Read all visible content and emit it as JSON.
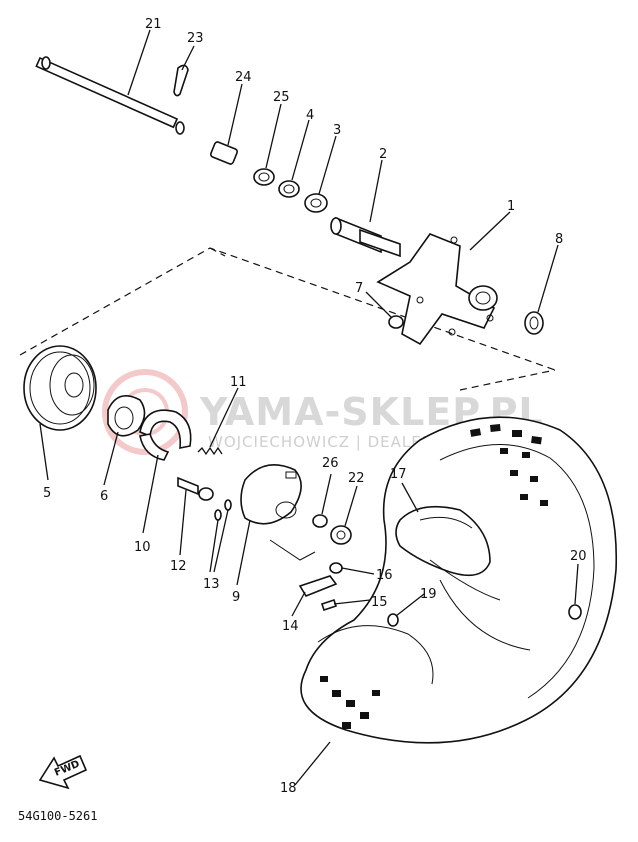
{
  "diagram": {
    "watermark": {
      "text": "YAMA-SKLEP.PL",
      "subtext": "WOJCIECHOWICZ | DEALER"
    },
    "part_code": "54G100-5261",
    "fwd_label": "FWD",
    "callouts": {
      "p1": "1",
      "p2": "2",
      "p3": "3",
      "p4": "4",
      "p5": "5",
      "p6": "6",
      "p7": "7",
      "p8": "8",
      "p9": "9",
      "p10": "10",
      "p11": "11",
      "p12": "12",
      "p13": "13",
      "p14": "14",
      "p15": "15",
      "p16": "16",
      "p17": "17",
      "p18": "18",
      "p19": "19",
      "p20": "20",
      "p21": "21",
      "p22": "22",
      "p23": "23",
      "p24": "24",
      "p25": "25",
      "p26": "26"
    }
  }
}
